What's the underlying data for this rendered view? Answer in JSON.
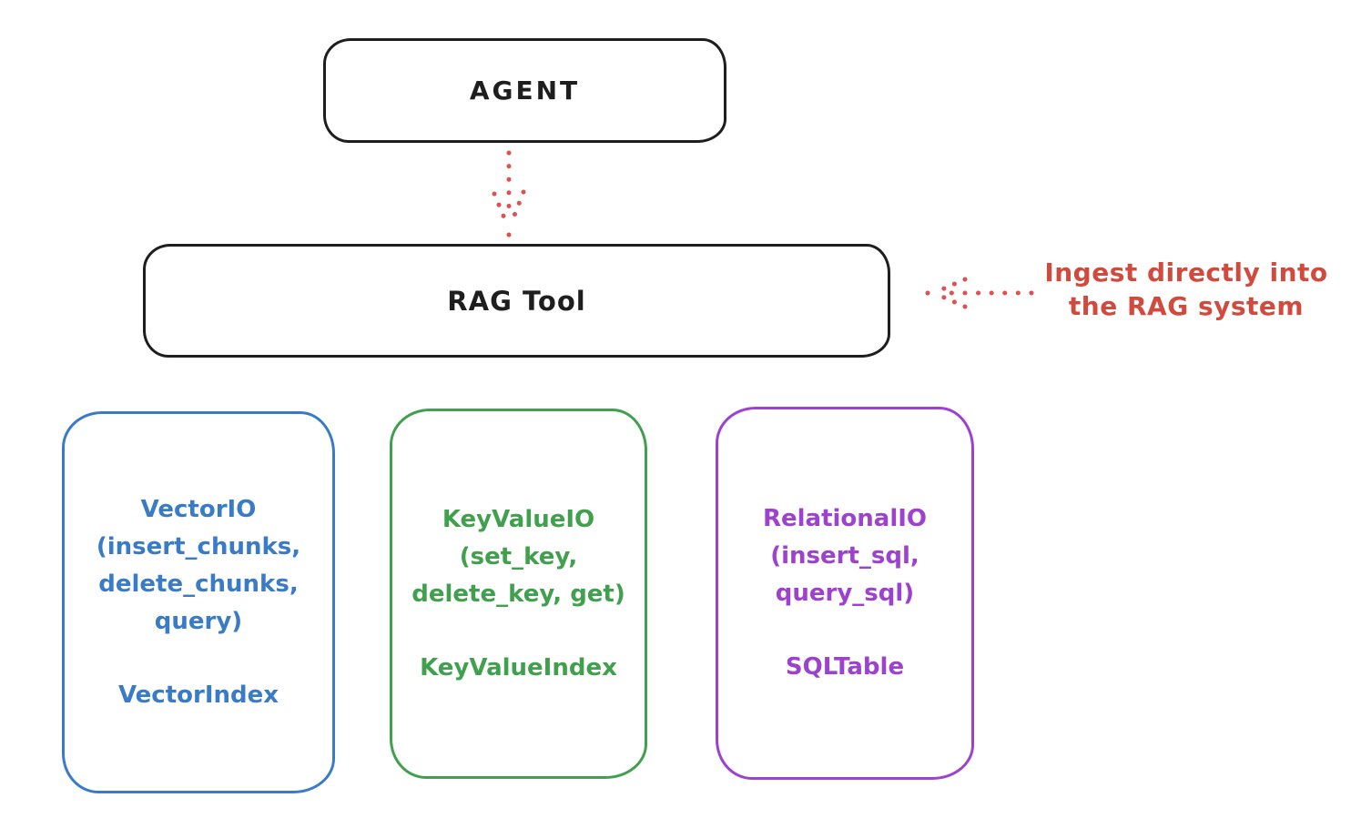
{
  "diagram": {
    "background": "#ffffff",
    "colors": {
      "ink": "#1e1e1e",
      "red_annotation": "#d04a3d",
      "red_arrow": "#dd5250",
      "blue": "#3a7bc8",
      "green": "#41a04e",
      "purple": "#9d41cf"
    },
    "agent_box": {
      "label": "AGENT"
    },
    "rag_box": {
      "label": "RAG Tool"
    },
    "ingest_note": {
      "line1": "Ingest directly into",
      "line2": "the RAG system"
    },
    "arrows": [
      {
        "name": "agent-to-rag-tool",
        "style": "dotted",
        "direction": "down",
        "color": "#dd5250"
      },
      {
        "name": "ingest-into-rag",
        "style": "dotted",
        "direction": "left",
        "color": "#dd5250"
      }
    ],
    "io_boxes": [
      {
        "id": "vector-io",
        "color": "#3a7bc8",
        "lines": [
          "VectorIO",
          "(insert_chunks,",
          "delete_chunks,",
          "query)"
        ],
        "index_label": "VectorIndex"
      },
      {
        "id": "keyvalue-io",
        "color": "#41a04e",
        "lines": [
          "KeyValueIO",
          "(set_key,",
          "delete_key, get)"
        ],
        "index_label": "KeyValueIndex"
      },
      {
        "id": "relational-io",
        "color": "#9d41cf",
        "lines": [
          "RelationalIO",
          "(insert_sql,",
          "query_sql)"
        ],
        "index_label": "SQLTable"
      }
    ]
  }
}
